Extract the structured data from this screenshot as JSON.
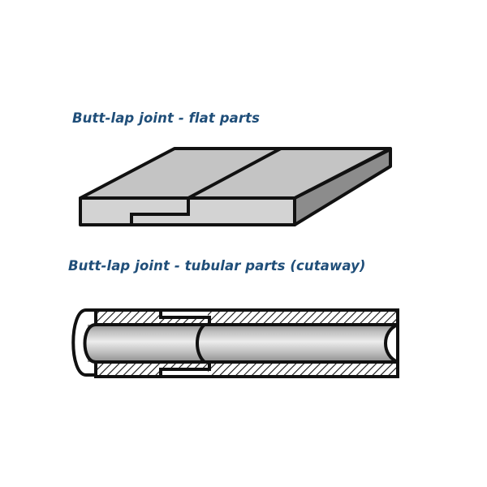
{
  "captions": {
    "flat": "Butt-lap joint - flat parts",
    "tubular": "Butt-lap joint - tubular parts (cutaway)"
  },
  "colors": {
    "caption_text": "#1f4e79",
    "outline": "#111111",
    "face_light": "#d3d3d3",
    "face_top": "#c4c4c4",
    "face_side": "#8c8c8c",
    "hatch_fill": "#ffffff",
    "tube_core_light": "#ededed",
    "tube_core_mid": "#bdbdbd",
    "tube_core_dark": "#8f8f8f"
  },
  "icons": {
    "flat_figure": "flat-butt-lap-joint-illustration",
    "tube_figure": "tubular-butt-lap-joint-cutaway-illustration"
  }
}
